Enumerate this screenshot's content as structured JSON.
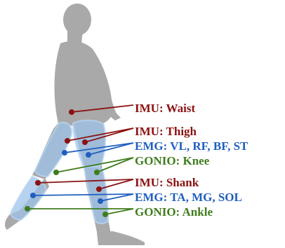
{
  "colors": {
    "imu": "#8b1212",
    "emg": "#1f5fbf",
    "gonio": "#3f7d1c",
    "body": "#a9a9a9",
    "sensor_band": "#9ec3ea"
  },
  "labels": [
    {
      "id": "imu-waist",
      "group": "imu",
      "text": "IMU: Waist"
    },
    {
      "id": "imu-thigh",
      "group": "imu",
      "text": "IMU: Thigh"
    },
    {
      "id": "emg-thigh",
      "group": "emg",
      "text": "EMG: VL, RF, BF, ST"
    },
    {
      "id": "gonio-knee",
      "group": "gonio",
      "text": "GONIO: Knee"
    },
    {
      "id": "imu-shank",
      "group": "imu",
      "text": "IMU: Shank"
    },
    {
      "id": "emg-shank",
      "group": "emg",
      "text": "EMG: TA, MG, SOL"
    },
    {
      "id": "gonio-ankle",
      "group": "gonio",
      "text": "GONIO: Ankle"
    }
  ]
}
